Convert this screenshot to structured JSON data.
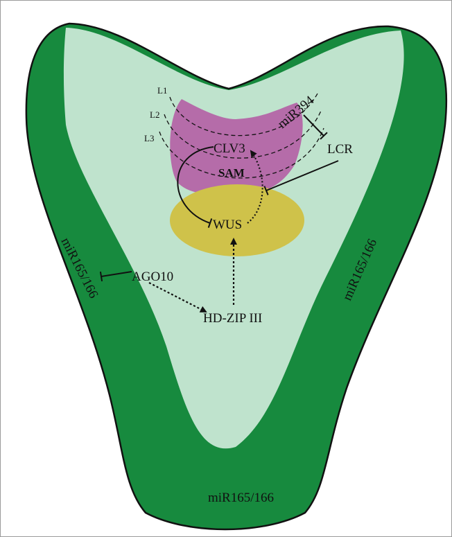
{
  "colors": {
    "outer_zone": "#178a3e",
    "inner_zone": "#bfe3cd",
    "sam_zone": "#b56ca9",
    "wus_zone": "#cfc24a",
    "sam_label": "#f2cf3a",
    "line": "#111111"
  },
  "labels": {
    "layer_l1": "L1",
    "layer_l2": "L2",
    "layer_l3": "L3",
    "clv3": "CLV3",
    "sam": "SAM",
    "wus": "WUS",
    "mir394": "miR394",
    "lcr": "LCR",
    "ago10": "AGO10",
    "hdzip": "HD-ZIP III",
    "mir165_left": "miR165/166",
    "mir165_right": "miR165/166",
    "mir165_bottom": "miR165/166"
  }
}
